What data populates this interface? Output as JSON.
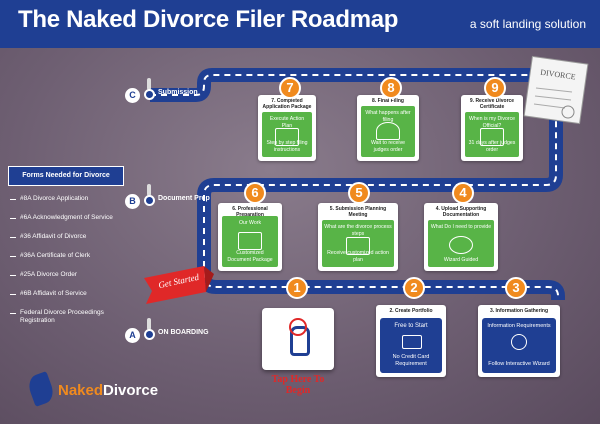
{
  "header": {
    "title": "The Naked Divorce Filer Roadmap",
    "subtitle": "a soft landing solution"
  },
  "milestones": [
    {
      "letter": "C",
      "label": "Submission"
    },
    {
      "letter": "B",
      "label": "Document Prep"
    },
    {
      "letter": "A",
      "label": "ON BOARDING"
    }
  ],
  "forms": {
    "title": "Forms Needed for Divorce",
    "items": [
      "#8A Divorce Application",
      "#6A Acknowledgment of Service",
      "#36 Affidavit of Divorce",
      "#36A Certificate of Clerk",
      "#25A Divorce Order",
      "#6B Affidavit of Service",
      "Federal Divorce Proceedings Registration"
    ]
  },
  "get_started": "Get Started",
  "stages": [
    {
      "num": "7",
      "title": "7. Completed Application Package",
      "top": "Execute Action Plan",
      "bottom": "Step by step filing instructions"
    },
    {
      "num": "8",
      "title": "8. Final Filing",
      "top": "What happens after filing",
      "bottom": "Wait to receive judges order"
    },
    {
      "num": "9",
      "title": "9. Receive Divorce Certificate",
      "top": "When is my Divorce Official?",
      "bottom": "31 days after judges order"
    },
    {
      "num": "6",
      "title": "6. Professional Preparation",
      "top": "Our Work",
      "bottom": "Customized Document Package"
    },
    {
      "num": "5",
      "title": "5. Submission Planning Meeting",
      "top": "What are the divorce process steps",
      "bottom": "Receive customized action plan"
    },
    {
      "num": "4",
      "title": "4. Upload Supporting Documentation",
      "top": "What Do I need to provide",
      "bottom": "Wizard Guided"
    }
  ],
  "bottom_stages": [
    {
      "num": "1",
      "label": "Tap Here To Begin"
    },
    {
      "num": "2",
      "title": "2. Create Portfolio",
      "top": "Free to Start",
      "bottom": "No Credit Card Requirement"
    },
    {
      "num": "3",
      "title": "3. Information Gathering",
      "top": "Information Requirements",
      "bottom": "Follow Interactive Wizard"
    }
  ],
  "certificate": {
    "label": "DIVORCE"
  },
  "logo": {
    "a": "Naked",
    "b": "Divorce"
  },
  "colors": {
    "header": "#1f3f93",
    "accent": "#f08a1e",
    "green": "#58b447",
    "red": "#e02828"
  }
}
